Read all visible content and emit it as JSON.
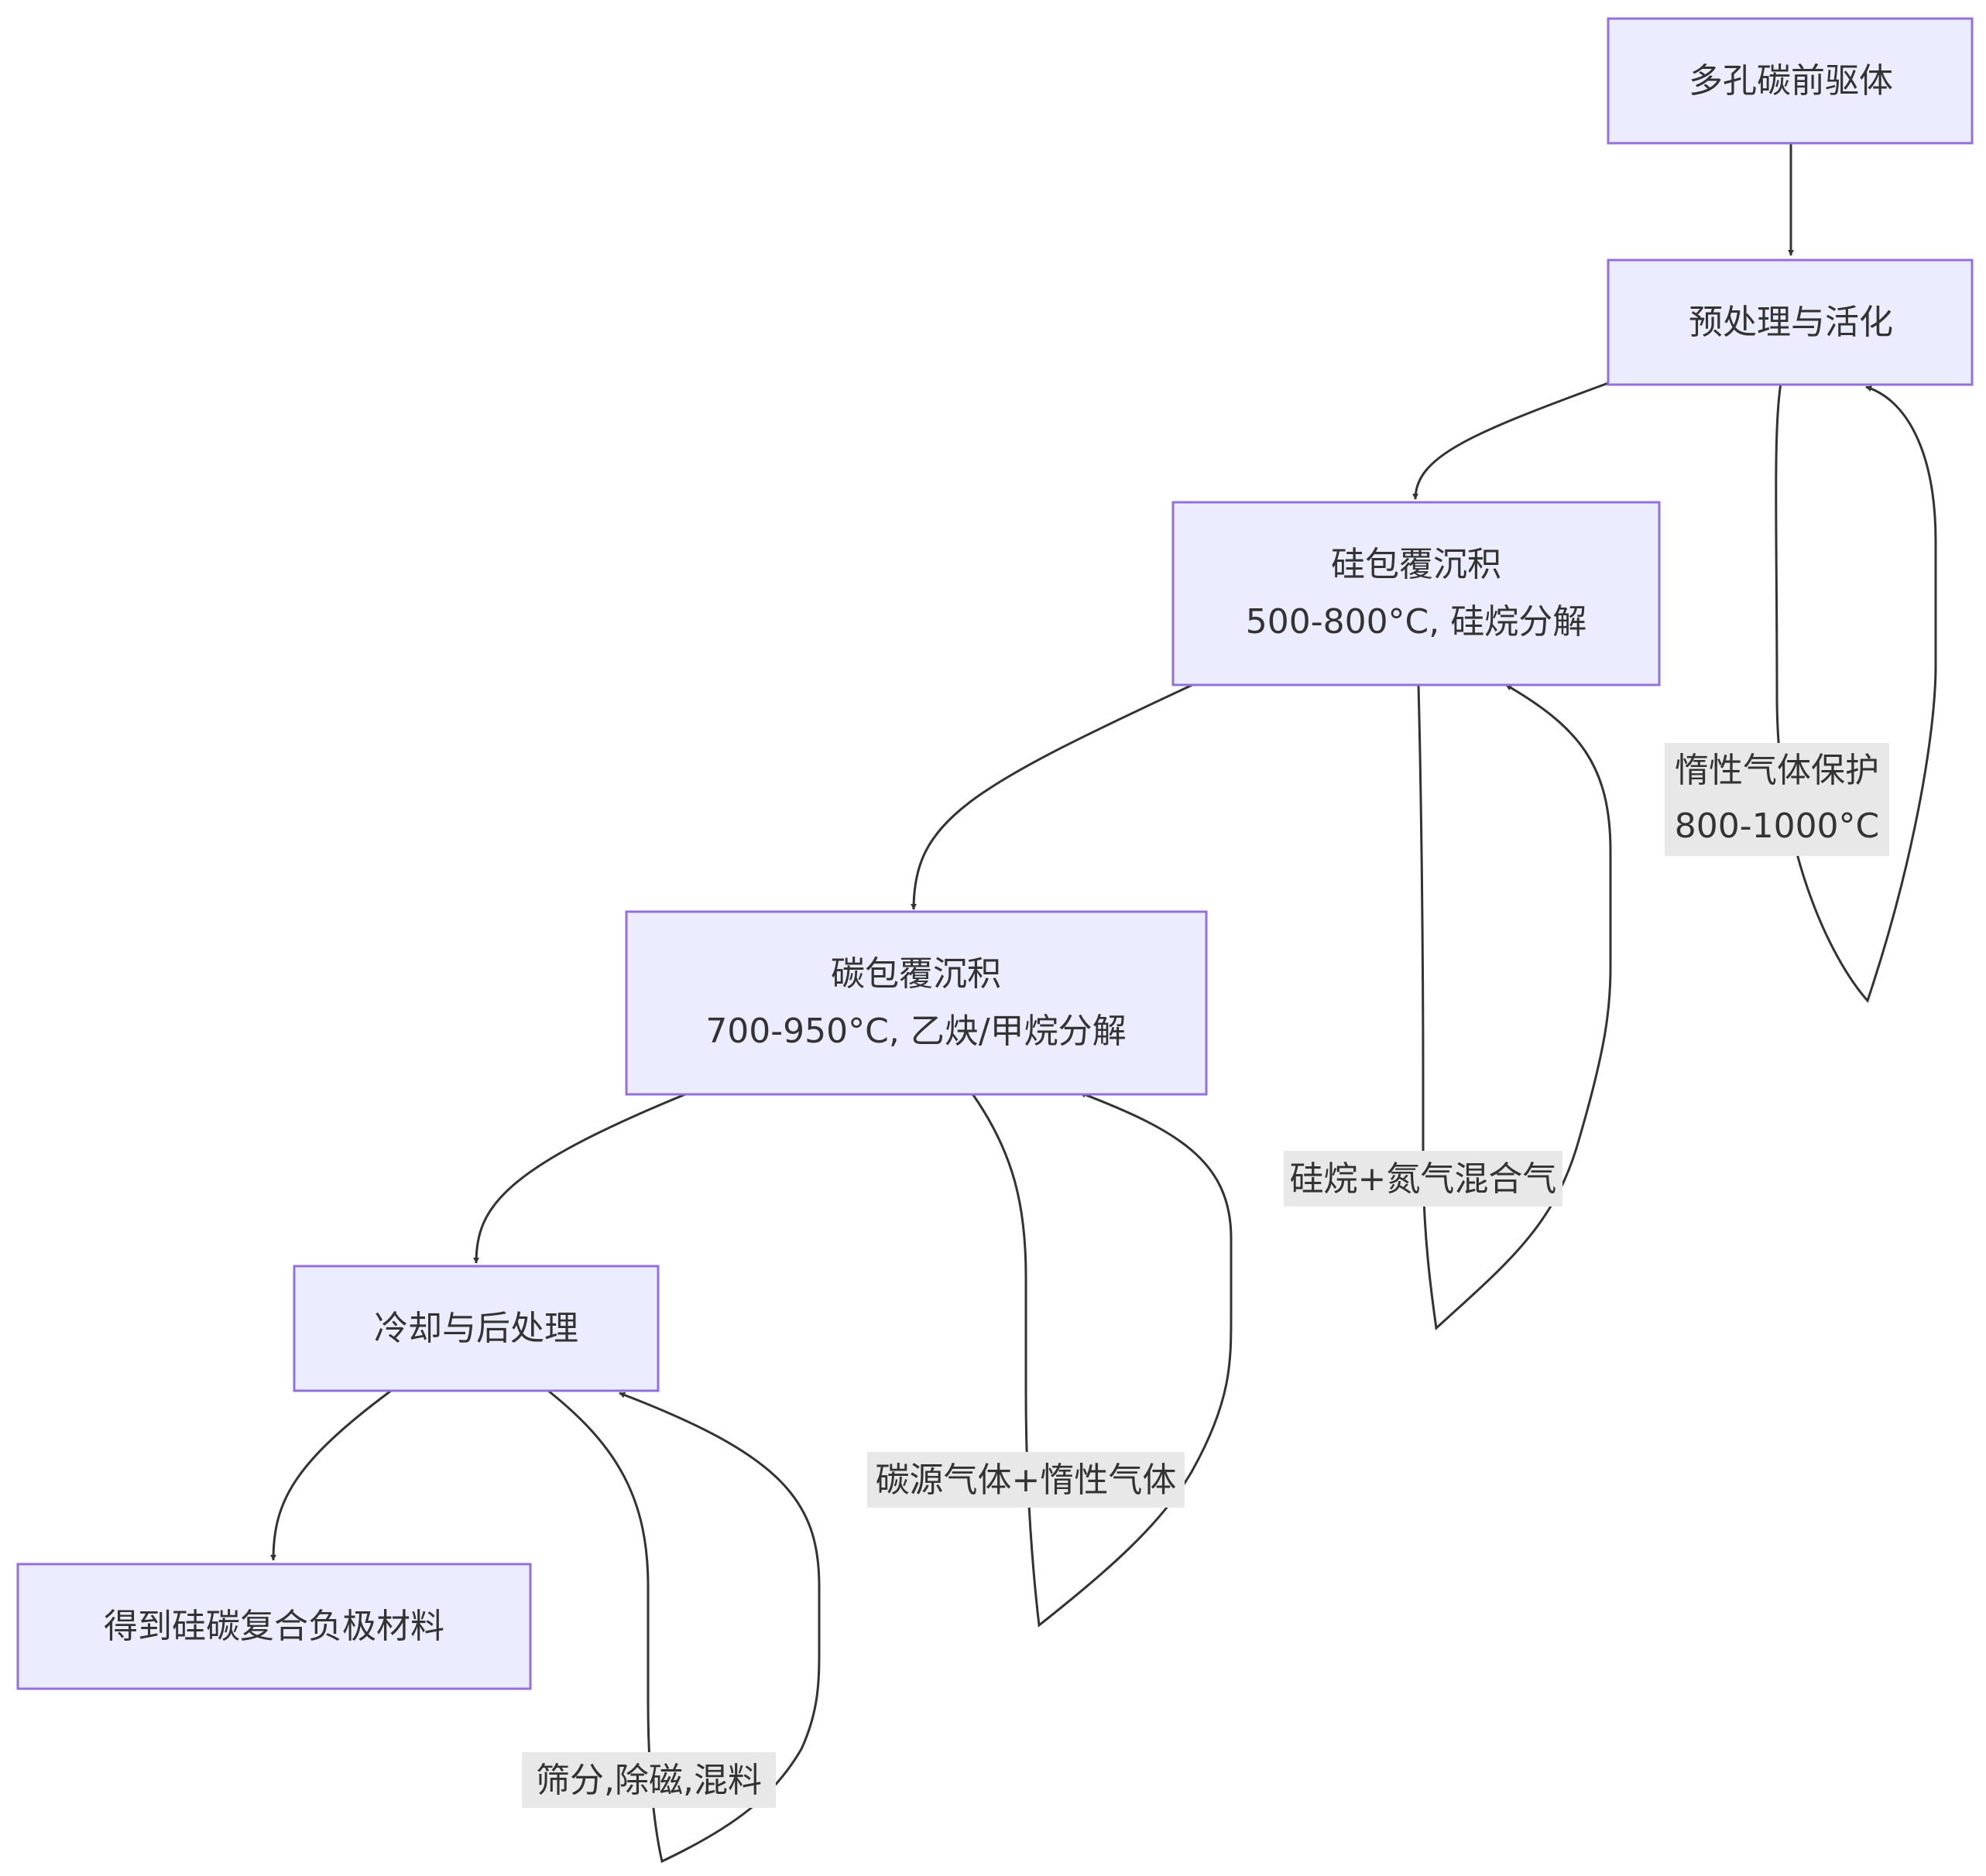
{
  "nodes": {
    "precursor": {
      "line1": "多孔碳前驱体"
    },
    "pretreatment": {
      "line1": "预处理与活化"
    },
    "silicon_coating": {
      "line1": "硅包覆沉积",
      "line2": "500-800°C, 硅烷分解"
    },
    "carbon_coating": {
      "line1": "碳包覆沉积",
      "line2": "700-950°C, 乙炔/甲烷分解"
    },
    "cooling": {
      "line1": "冷却与后处理"
    },
    "product": {
      "line1": "得到硅碳复合负极材料"
    }
  },
  "edge_labels": {
    "pretreatment_loop": {
      "line1": "惰性气体保护",
      "line2": "800-1000°C"
    },
    "silicon_loop": {
      "line1": "硅烷+氮气混合气"
    },
    "carbon_loop": {
      "line1": "碳源气体+惰性气体"
    },
    "cooling_loop": {
      "line1": "筛分,除磁,混料"
    }
  }
}
